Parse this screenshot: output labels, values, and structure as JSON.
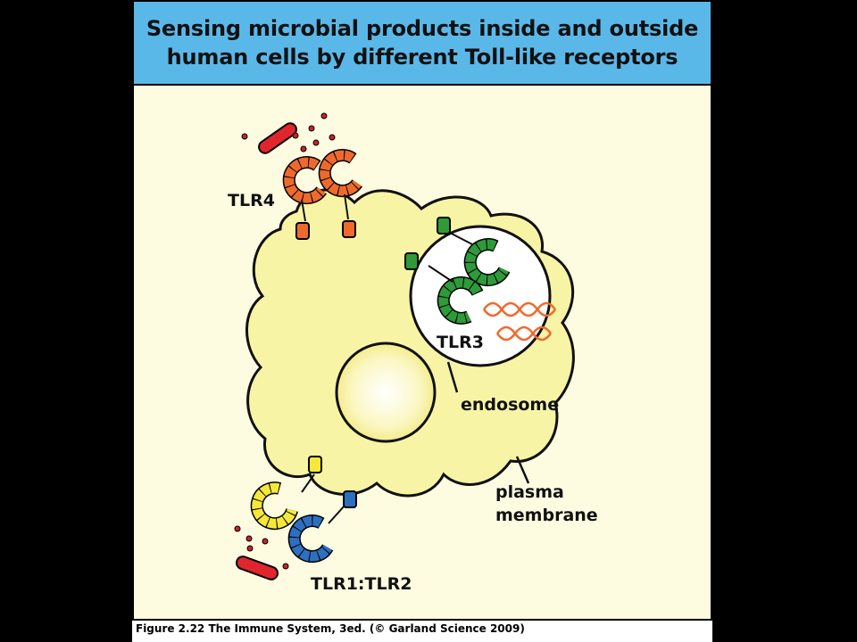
{
  "title": {
    "line1": "Sensing microbial products inside and outside",
    "line2": "human cells by different Toll-like receptors"
  },
  "labels": {
    "tlr4": "TLR4",
    "tlr3": "TLR3",
    "endosome": "endosome",
    "plasma_line1": "plasma",
    "plasma_line2": "membrane",
    "tlr1_tlr2": "TLR1:TLR2"
  },
  "caption": "Figure 2.22 The Immune System, 3ed. (© Garland Science 2009)",
  "colors": {
    "background": "#fdfbe0",
    "title_bar": "#5ab8e9",
    "cell": "#f8f4a6",
    "tlr4": "#ee6a2c",
    "tlr3": "#2e9a3a",
    "tlr1": "#f5e83a",
    "tlr2": "#2f6fc0",
    "bacterium": "#e0262c",
    "rna": "#ee6a2c"
  }
}
